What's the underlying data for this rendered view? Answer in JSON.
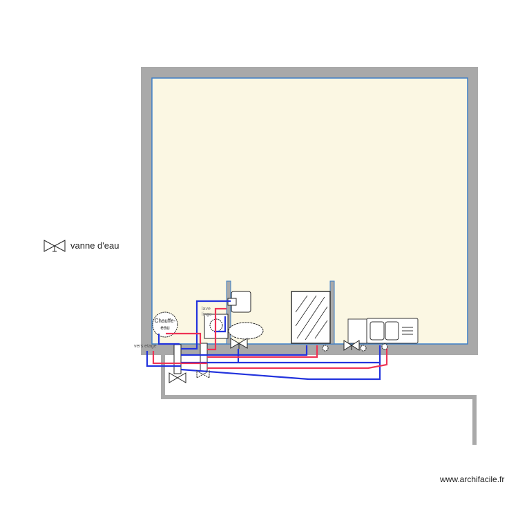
{
  "legend": {
    "symbol": "water-valve",
    "label": "vanne d'eau"
  },
  "labels": {
    "water_heater": "Chauffe-eau",
    "washing_machine": "lave linge",
    "to_upstairs": "vers etage"
  },
  "footer": {
    "watermark": "www.archifacile.fr"
  },
  "colors": {
    "wall": "#a9a9a9",
    "floor": "#fbf7e3",
    "room_outline": "#3c7fc8",
    "cold_water": "#2233dd",
    "hot_water": "#ee3355"
  }
}
